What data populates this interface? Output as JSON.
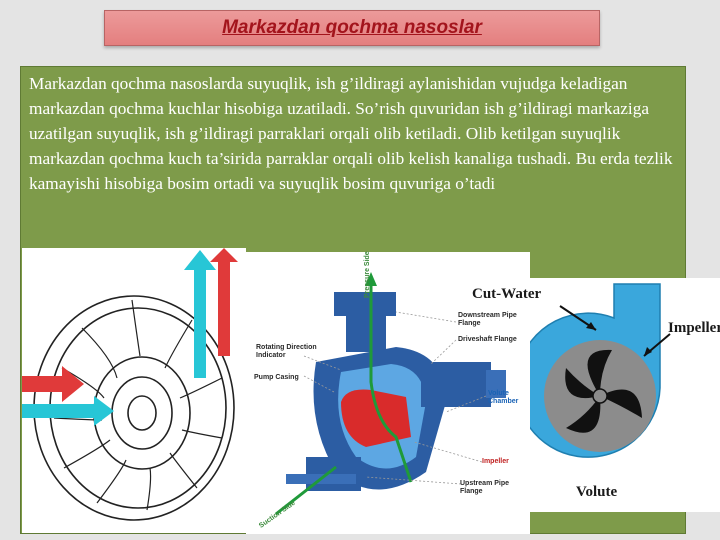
{
  "slide": {
    "title": "Markazdan qochma nasoslar",
    "body": "Markazdan qochma nasoslarda suyuqlik, ish g’ildiragi aylanishidan vujudga keladigan markazdan qochma kuchlar hisobiga uzatiladi. So’rish quvuridan ish g’ildiragi markaziga uzatilgan suyuqlik, ish g’ildiragi parraklari orqali olib ketiladi. Olib ketilgan suyuqlik markazdan qochma kuch ta’sirida parraklar orqali olib kelish kanaliga tushadi. Bu erda tezlik kamayishi  hisobiga   bosim   ortadi va suyuqlik bosim quvuriga o’tadi"
  },
  "cutaway_labels": {
    "pressure_side": "Pressure Side",
    "downstream_pipe_flange": "Downstream Pipe Flange",
    "driveshaft_flange": "Driveshaft Flange",
    "rotating_direction_indicator": "Rotating Direction Indicator",
    "pump_casing": "Pump Casing",
    "volute_chamber": "Volute Chamber",
    "impeller": "Impeller",
    "upstream_pipe_flange": "Upstream Pipe Flange",
    "suction_side": "Suction Side"
  },
  "volute_labels": {
    "cut_water": "Cut-Water",
    "impeller": "Impeller",
    "volute": "Volute"
  },
  "colors": {
    "title_bg": "#e88a8a",
    "title_text": "#a3141c",
    "panel_bg": "#7e9b4a",
    "flow_cyan": "#27c6d6",
    "flow_red": "#e03a3a",
    "volute_blue": "#3aa7dc"
  }
}
